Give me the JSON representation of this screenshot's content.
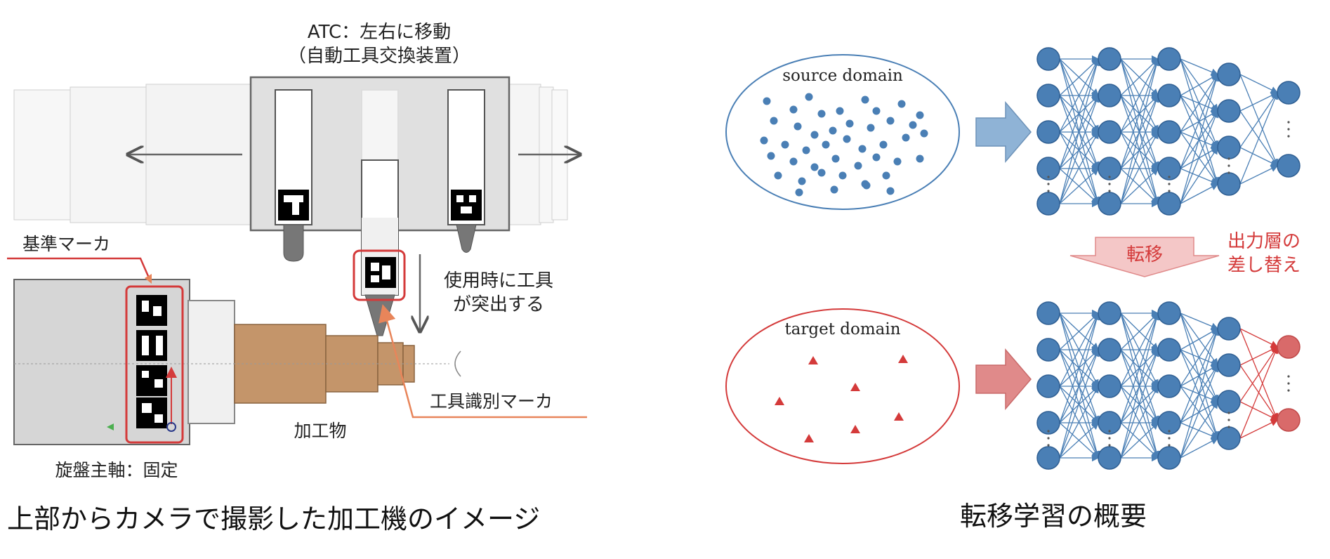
{
  "left_figure": {
    "atc_label_line1": "ATC：左右に移動",
    "atc_label_line2": "（自動工具交換装置）",
    "reference_marker_label": "基準マーカ",
    "tool_protrude_line1": "使用時に工具",
    "tool_protrude_line2": "が突出する",
    "tool_id_marker_label": "工具識別マーカ",
    "workpiece_label": "加工物",
    "spindle_label": "旋盤主軸：固定",
    "caption": "上部からカメラで撮影した加工機のイメージ"
  },
  "right_figure": {
    "source_domain_label": "source domain",
    "target_domain_label": "target domain",
    "transfer_label": "転移",
    "output_replace_line1": "出力層の",
    "output_replace_line2": "差し替え",
    "caption": "転移学習の概要"
  },
  "colors": {
    "node_blue": "#4a7fb5",
    "node_red": "#d96a6a",
    "accent_red": "#d43a3a",
    "arrow_blue": "#8fb3d6",
    "arrow_red": "#e08a8a",
    "workpiece_brown": "#c4956a"
  }
}
